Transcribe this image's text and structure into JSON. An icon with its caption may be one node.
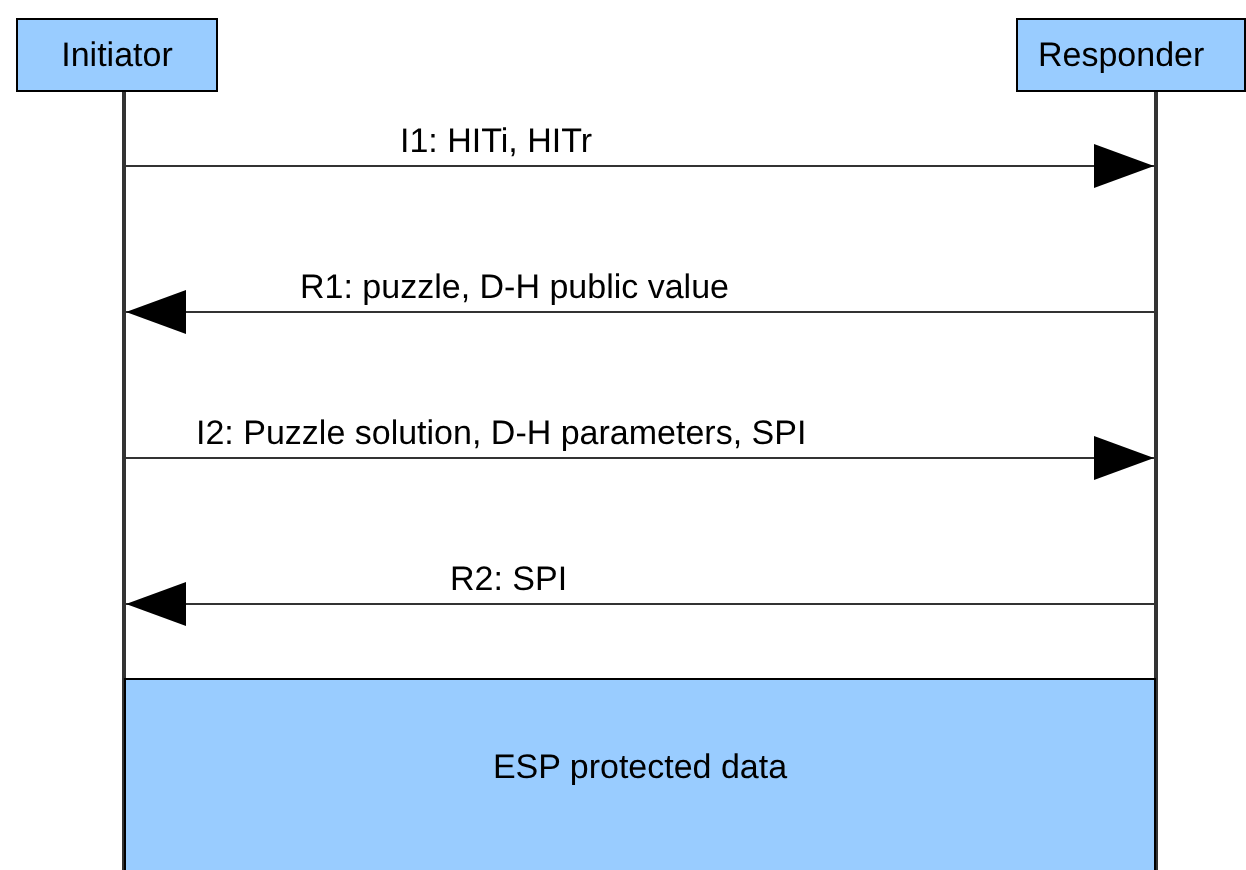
{
  "diagram": {
    "nodes": [
      {
        "text": [
          "Initiator"
        ]
      },
      {
        "text": [
          "Responder"
        ]
      },
      {
        "text": [],
        "shape": "bar"
      },
      {
        "text": [],
        "shape": "bar"
      },
      {
        "text": [
          "ESP protected data"
        ]
      }
    ],
    "edges": [
      {
        "from": 2,
        "to": 3,
        "arrow": "to",
        "label": "I1: HITi, HITr"
      },
      {
        "from": 3,
        "to": 2,
        "arrow": "to",
        "label": "R1: puzzle, D-H public value"
      },
      {
        "from": 2,
        "to": 3,
        "arrow": "to",
        "label": "I2: Puzzle solution, D-H parameters, SPI"
      },
      {
        "from": 3,
        "to": 2,
        "arrow": "to",
        "label": "R2: SPI"
      }
    ]
  }
}
